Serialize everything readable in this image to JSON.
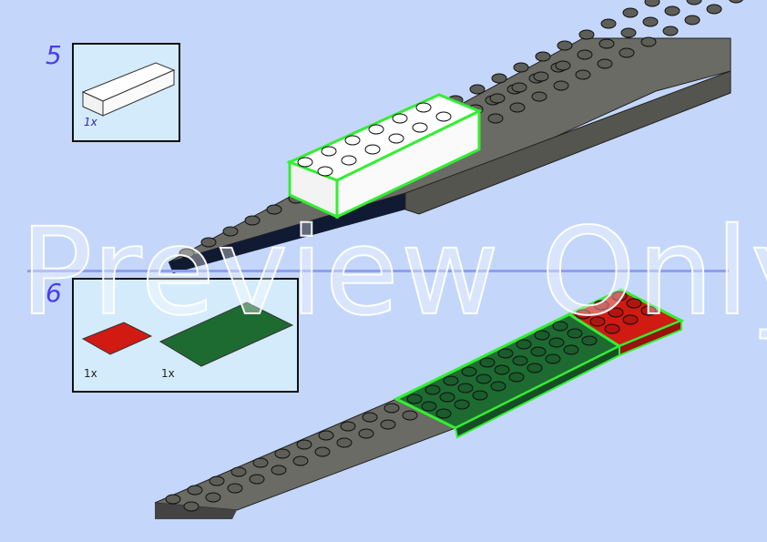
{
  "steps": [
    {
      "number": "5",
      "parts": [
        {
          "quantity": "1x",
          "color": "#ffffff",
          "name": "white-brick-2x6"
        }
      ]
    },
    {
      "number": "6",
      "parts": [
        {
          "quantity": "1x",
          "color": "#d01a12",
          "name": "red-plate-4x4"
        },
        {
          "quantity": "1x",
          "color": "#1e6b32",
          "name": "green-plate-4x10"
        }
      ]
    }
  ],
  "watermark": "Preview Only",
  "colors": {
    "background": "#c4d7fb",
    "callout": "#d4ebfc",
    "highlight": "#33ee33",
    "gray": "#6b6b66",
    "step_number": "#4a3cf0"
  }
}
